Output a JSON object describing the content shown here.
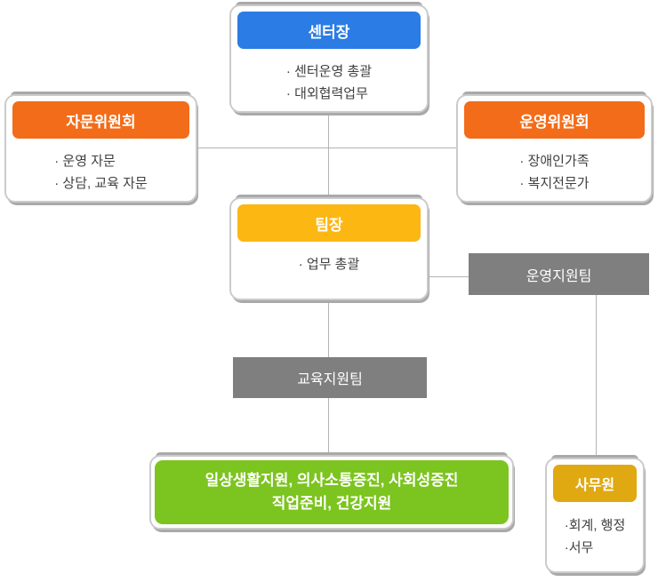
{
  "colors": {
    "blue": "#2b7ce4",
    "orange": "#f36c19",
    "amber": "#fcb713",
    "gold": "#e0a912",
    "green": "#7cc41f",
    "gray": "#7f7f7f",
    "line": "#b3b3b3"
  },
  "nodes": {
    "center_director": {
      "title": "센터장",
      "items": [
        "· 센터운영 총괄",
        "· 대외협력업무"
      ]
    },
    "advisory_committee": {
      "title": "자문위원회",
      "items": [
        "· 운영 자문",
        "· 상담, 교육 자문"
      ]
    },
    "steering_committee": {
      "title": "운영위원회",
      "items": [
        "· 장애인가족",
        "· 복지전문가"
      ]
    },
    "team_leader": {
      "title": "팀장",
      "items": [
        "· 업무 총괄"
      ]
    },
    "operation_support_team": {
      "label": "운영지원팀"
    },
    "education_support_team": {
      "label": "교육지원팀"
    },
    "programs": {
      "line1": "일상생활지원, 의사소통증진, 사회성증진",
      "line2": "직업준비, 건강지원"
    },
    "office_clerk": {
      "title": "사무원",
      "items": [
        "·회계, 행정",
        "·서무"
      ]
    }
  }
}
